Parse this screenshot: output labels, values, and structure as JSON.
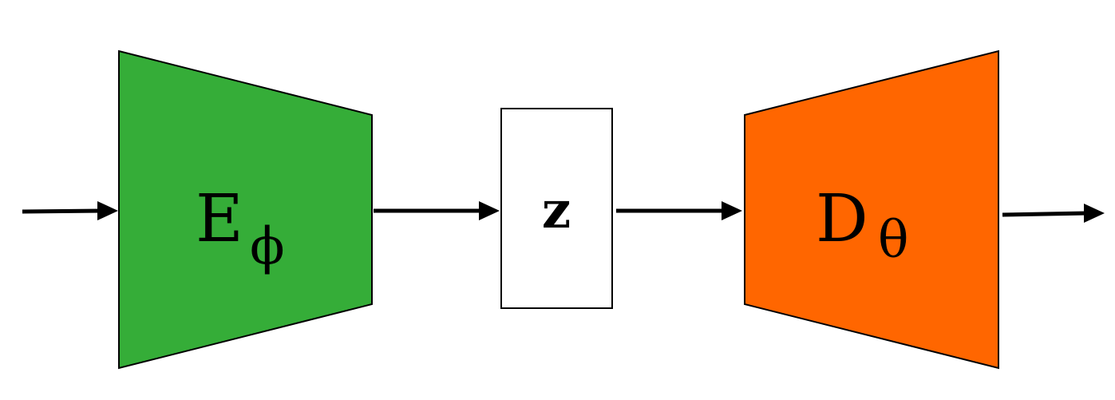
{
  "encoder": {
    "symbol": "E",
    "subscript": "ϕ",
    "color": "#35ad38"
  },
  "latent": {
    "symbol": "z",
    "color": "#ffffff"
  },
  "decoder": {
    "symbol": "D",
    "subscript": "θ",
    "color": "#ff6600"
  },
  "stroke_color": "#000000"
}
